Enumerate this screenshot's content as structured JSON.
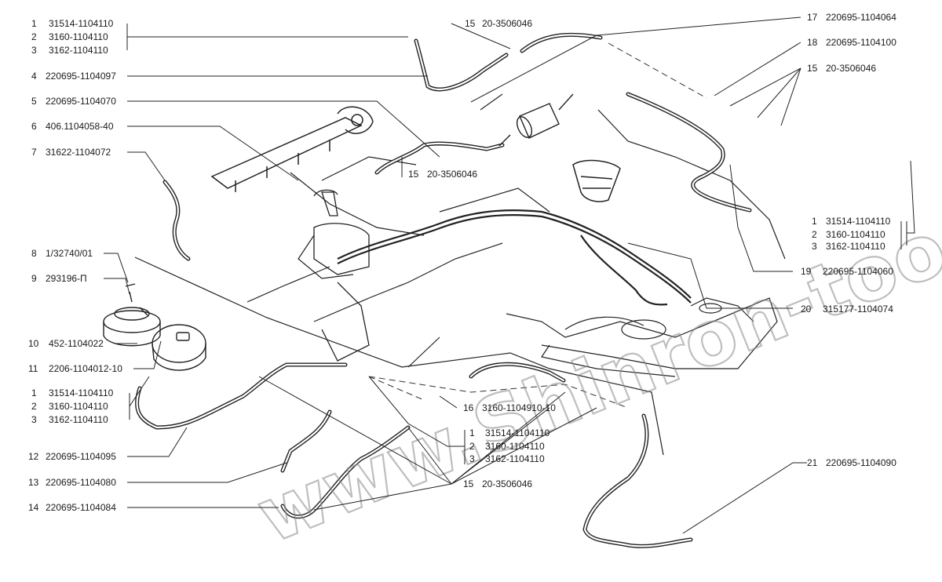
{
  "watermark": "www.Shinron-too.kz",
  "labels_left": [
    {
      "num": "1",
      "part": "31514-1104110"
    },
    {
      "num": "2",
      "part": "3160-1104110"
    },
    {
      "num": "3",
      "part": "3162-1104110"
    },
    {
      "num": "4",
      "part": "220695-1104097"
    },
    {
      "num": "5",
      "part": "220695-1104070"
    },
    {
      "num": "6",
      "part": "406.1104058-40"
    },
    {
      "num": "7",
      "part": "31622-1104072"
    },
    {
      "num": "8",
      "part": "1/32740/01"
    },
    {
      "num": "9",
      "part": "293196-П"
    },
    {
      "num": "10",
      "part": "452-1104022"
    },
    {
      "num": "11",
      "part": "2206-1104012-10"
    },
    {
      "num": "1",
      "part": "31514-1104110"
    },
    {
      "num": "2",
      "part": "3160-1104110"
    },
    {
      "num": "3",
      "part": "3162-1104110"
    },
    {
      "num": "12",
      "part": "220695-1104095"
    },
    {
      "num": "13",
      "part": "220695-1104080"
    },
    {
      "num": "14",
      "part": "220695-1104084"
    }
  ],
  "labels_right": [
    {
      "num": "17",
      "part": "220695-1104064"
    },
    {
      "num": "18",
      "part": "220695-1104100"
    },
    {
      "num": "15",
      "part": "20-3506046"
    },
    {
      "num": "1",
      "part": "31514-1104110"
    },
    {
      "num": "2",
      "part": "3160-1104110"
    },
    {
      "num": "3",
      "part": "3162-1104110"
    },
    {
      "num": "19",
      "part": "220695-1104060"
    },
    {
      "num": "20",
      "part": "315177-1104074"
    },
    {
      "num": "21",
      "part": "220695-1104090"
    }
  ],
  "labels_center": [
    {
      "num": "15",
      "part": "20-3506046"
    },
    {
      "num": "15",
      "part": "20-3506046"
    },
    {
      "num": "16",
      "part": "3160-1104910-10"
    },
    {
      "num": "1",
      "part": "31514-1104110"
    },
    {
      "num": "2",
      "part": "3160-1104110"
    },
    {
      "num": "3",
      "part": "3162-1104110"
    },
    {
      "num": "15",
      "part": "20-3506046"
    }
  ]
}
